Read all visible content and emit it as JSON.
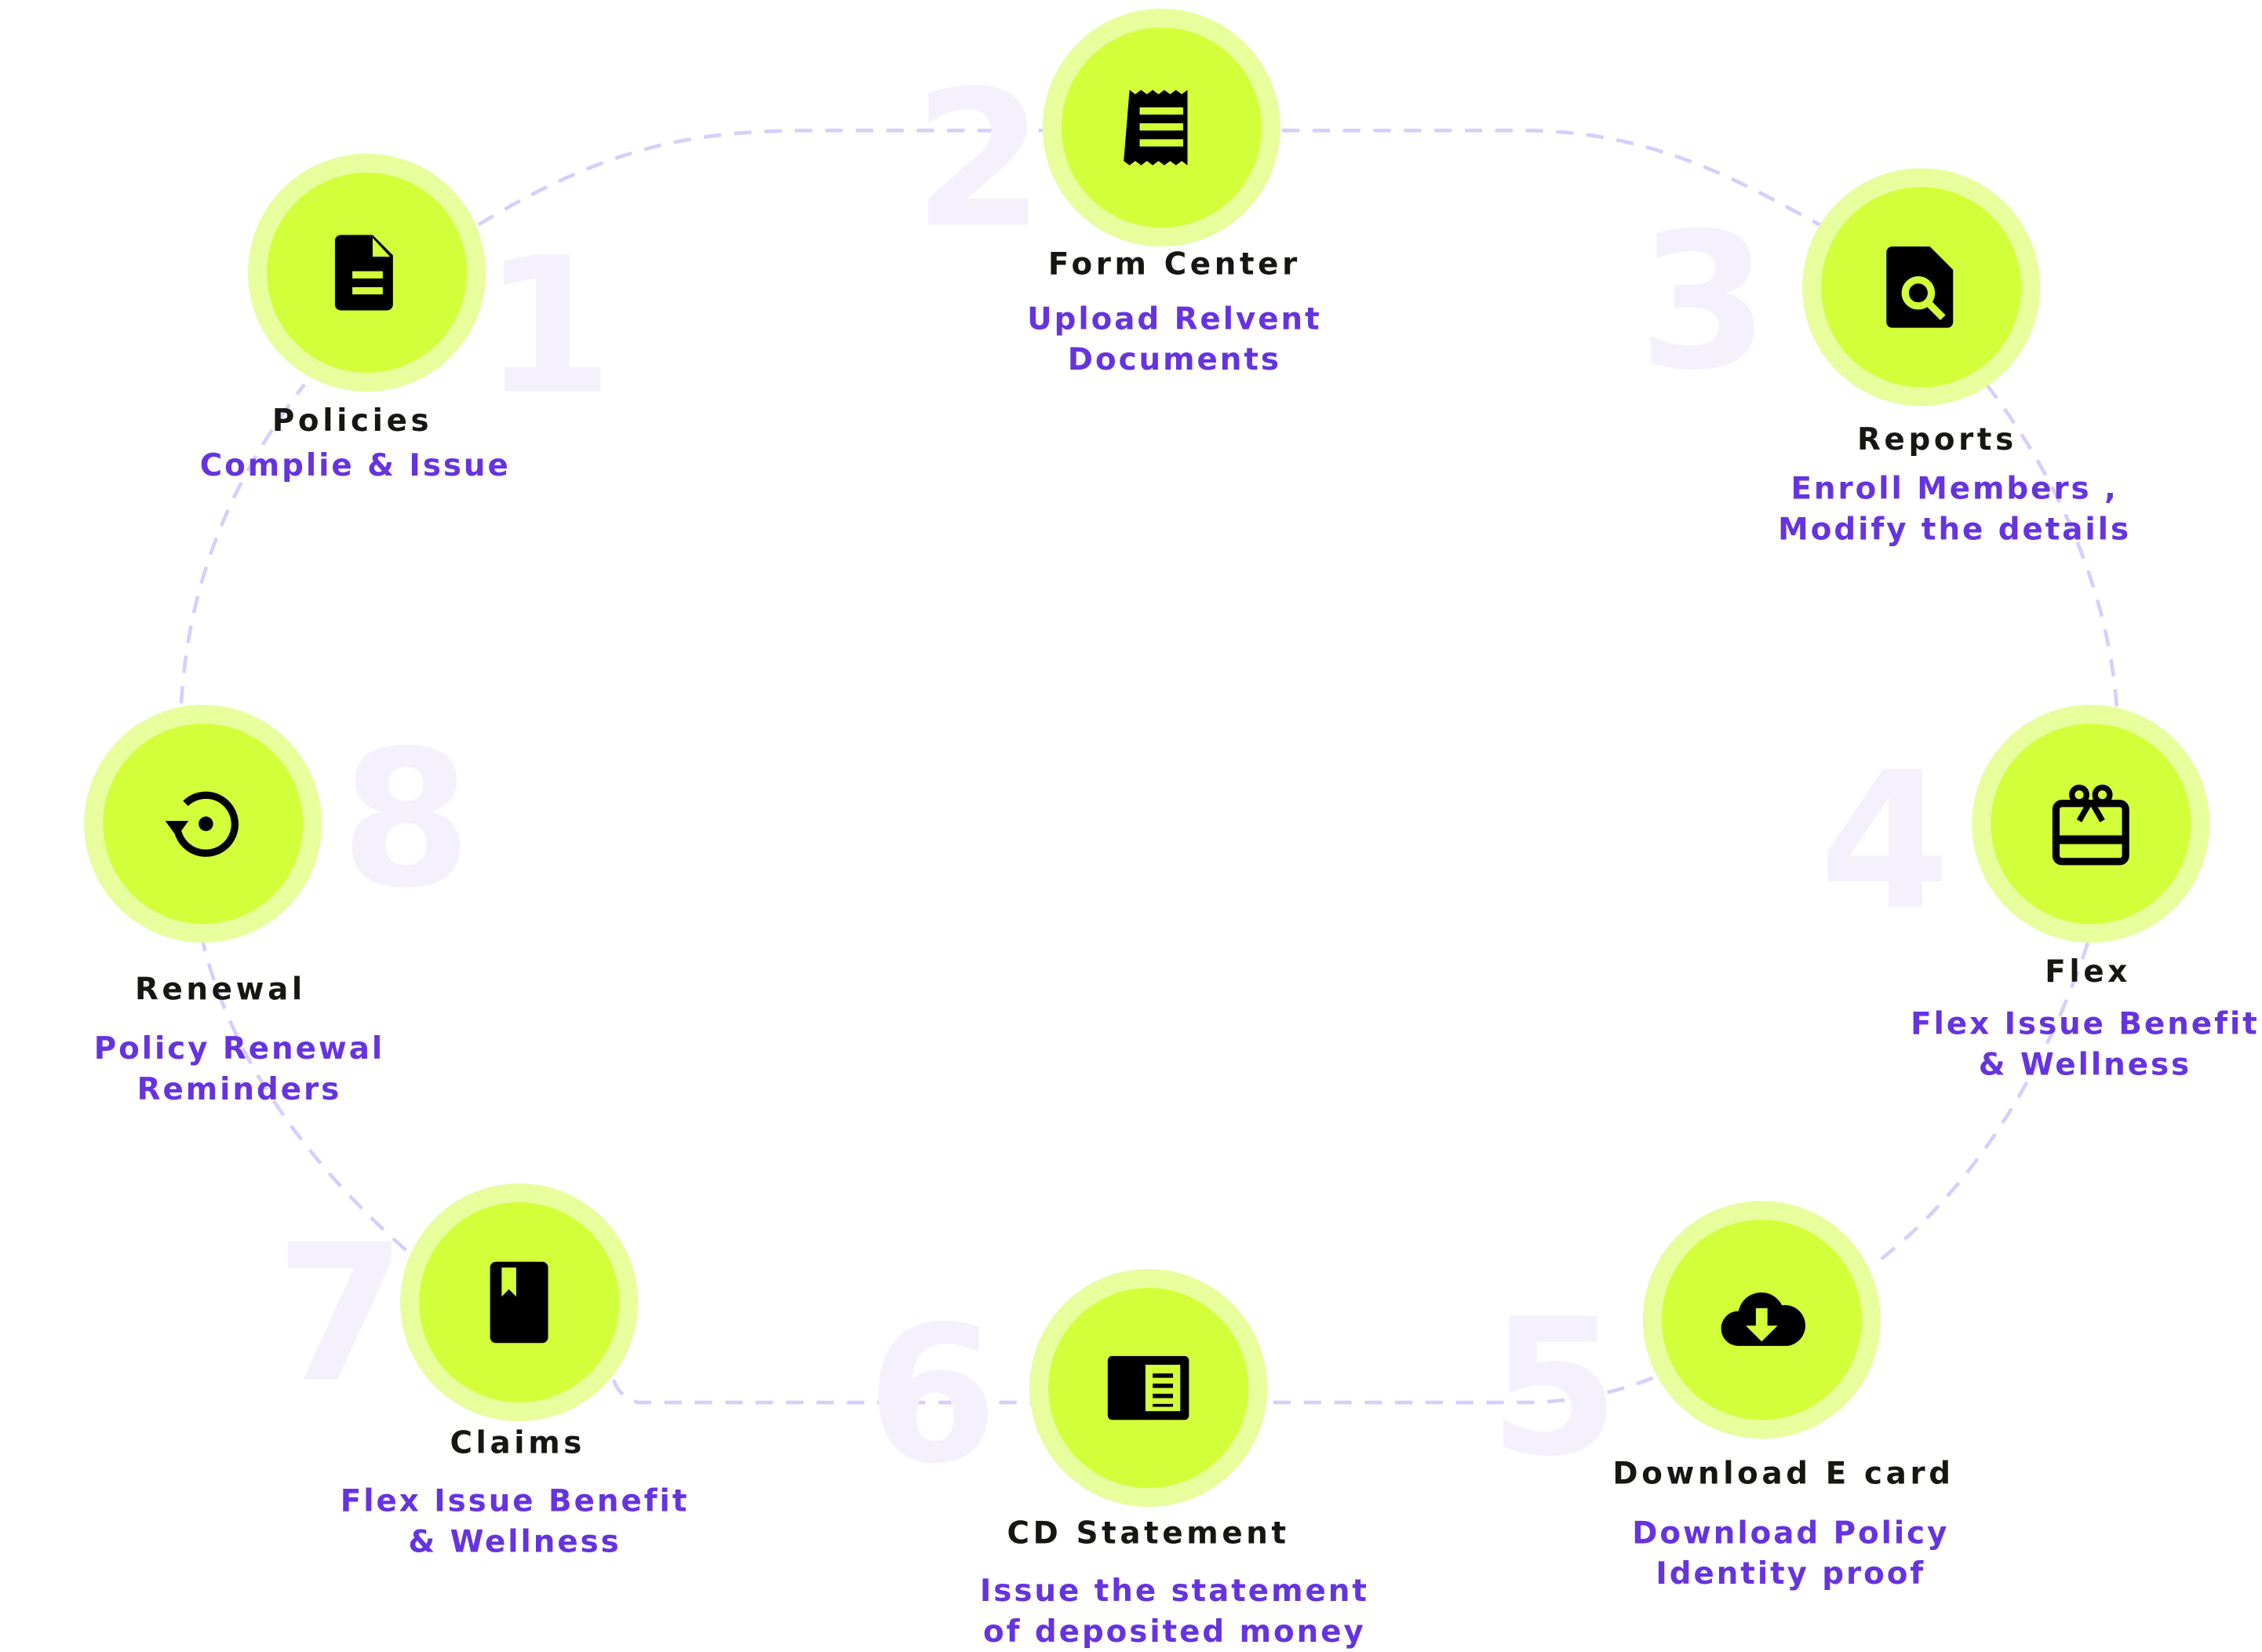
{
  "colors": {
    "accent": "#d2ff39",
    "halo": "#e8fd9c",
    "title": "#161612",
    "description": "#6633e0",
    "path": "#d8cdfc",
    "number": "#f4f1fd"
  },
  "steps": [
    {
      "number": "1",
      "title": "Policies",
      "lines": [
        "Complie & Issue"
      ],
      "icon": "document-icon"
    },
    {
      "number": "2",
      "title": "Form Center",
      "lines": [
        "Upload Relvent",
        "Documents"
      ],
      "icon": "receipt-icon"
    },
    {
      "number": "3",
      "title": "Reports",
      "lines": [
        "Enroll Members ,",
        "Modify the details"
      ],
      "icon": "file-search-icon"
    },
    {
      "number": "4",
      "title": "Flex",
      "lines": [
        "Flex Issue Benefit",
        "& Wellness"
      ],
      "icon": "gift-card-icon"
    },
    {
      "number": "5",
      "title": "Download E card",
      "lines": [
        "Download Policy",
        "Identity proof"
      ],
      "icon": "cloud-download-icon"
    },
    {
      "number": "6",
      "title": "CD Statement",
      "lines": [
        "Issue the statement",
        "of deposited money"
      ],
      "icon": "statement-icon"
    },
    {
      "number": "7",
      "title": "Claims",
      "lines": [
        "Flex Issue Benefit",
        "& Wellness"
      ],
      "icon": "bookmark-book-icon"
    },
    {
      "number": "8",
      "title": "Renewal",
      "lines": [
        "Policy Renewal",
        "Reminders"
      ],
      "icon": "renewal-icon"
    }
  ]
}
